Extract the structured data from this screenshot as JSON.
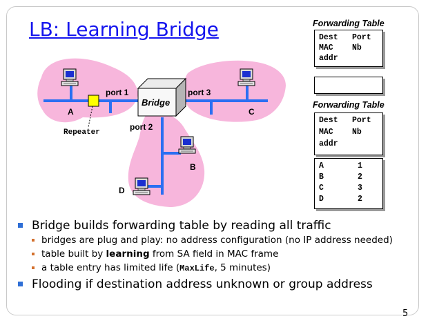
{
  "title": "LB: Learning Bridge",
  "colors": {
    "title": "#1515ee",
    "lan_blob": "#f7b6dc",
    "wire": "#2b6ff2",
    "repeater": "#ffff00",
    "bullet_level1": "#2f6fd6",
    "bullet_level2": "#d3702d"
  },
  "diagram": {
    "bridge_label": "Bridge",
    "port_labels": [
      "port 1",
      "port 2",
      "port 3"
    ],
    "station_labels": [
      "A",
      "B",
      "C",
      "D"
    ],
    "repeater_label": "Repeater",
    "icons": [
      "computer-icon",
      "bridge-box-icon",
      "repeater-icon"
    ]
  },
  "forwarding_table_top": {
    "title": "Forwarding Table",
    "header": [
      "Dest",
      "Port"
    ],
    "header_line2": [
      "MAC",
      "Nb"
    ],
    "header_line3": "addr"
  },
  "forwarding_table_bottom": {
    "title": "Forwarding Table",
    "header": [
      "Dest",
      "Port"
    ],
    "header_line2": [
      "MAC",
      "Nb"
    ],
    "header_line3": "addr",
    "rows": [
      {
        "dest": "A",
        "port": "1"
      },
      {
        "dest": "B",
        "port": "2"
      },
      {
        "dest": "C",
        "port": "3"
      },
      {
        "dest": "D",
        "port": "2"
      }
    ]
  },
  "bullets": {
    "b1": "Bridge builds forwarding table by reading all traffic",
    "sub1": "bridges are plug and play: no address configuration (no IP address needed)",
    "sub2_pre": "table built by ",
    "sub2_bold": "learning",
    "sub2_post": " from SA field in MAC frame",
    "sub3_pre": "a table entry has limited life (",
    "sub3_code": "MaxLife",
    "sub3_post": ", 5 minutes)",
    "b2": "Flooding if destination address unknown or group address"
  },
  "page_number": "5"
}
